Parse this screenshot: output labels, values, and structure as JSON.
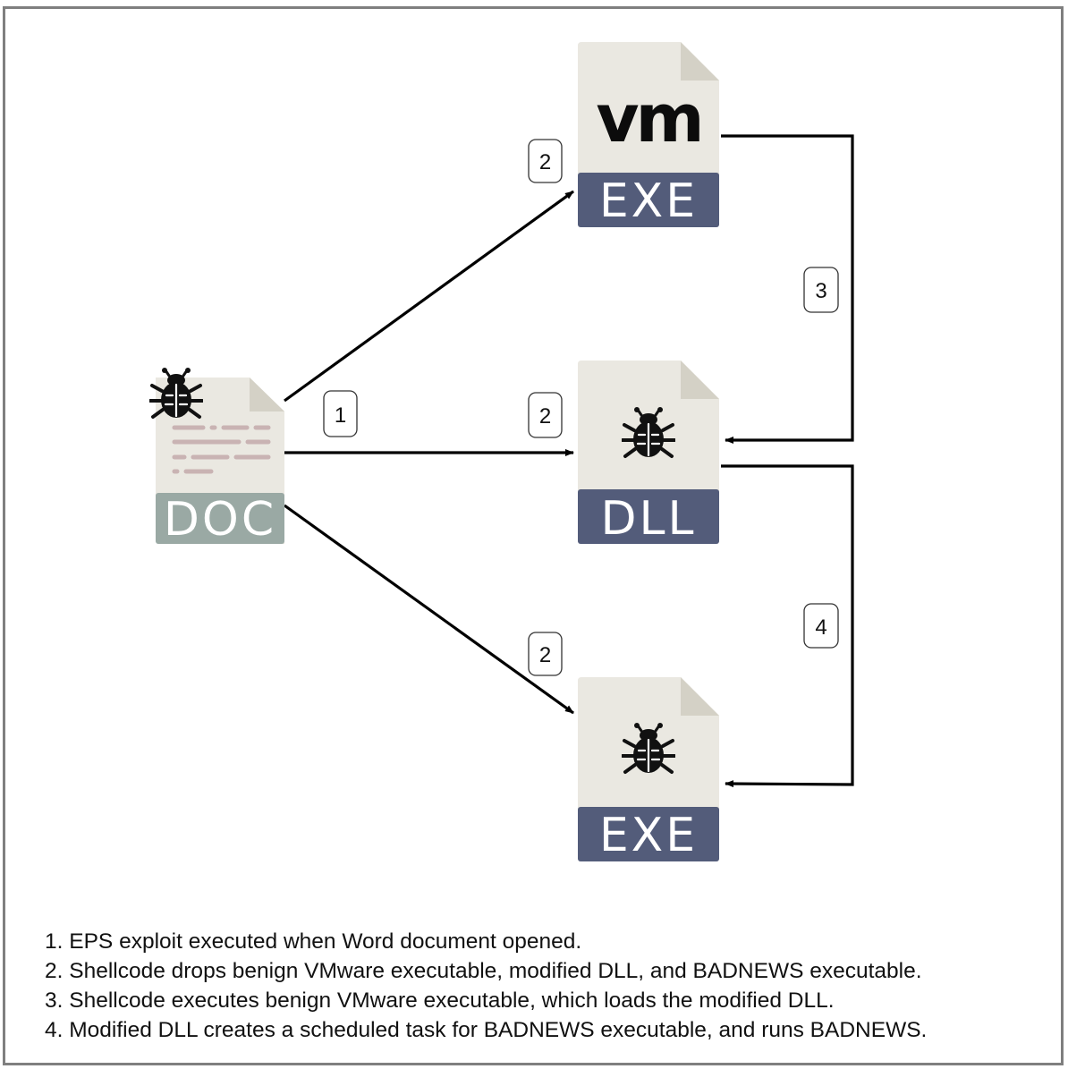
{
  "nodes": {
    "doc": {
      "type_label": "DOC"
    },
    "vm_exe": {
      "logo_text": "vm",
      "type_label": "EXE"
    },
    "dll": {
      "type_label": "DLL"
    },
    "badnews_exe": {
      "type_label": "EXE"
    }
  },
  "edges": {
    "doc_to_vm_exe": {
      "label": "2"
    },
    "doc_step_1": {
      "label": "1"
    },
    "doc_to_dll": {
      "label": "2"
    },
    "doc_to_badnews_exe": {
      "label": "2"
    },
    "vm_exe_to_dll": {
      "label": "3"
    },
    "dll_to_badnews_exe": {
      "label": "4"
    }
  },
  "legend": [
    "1. EPS exploit executed when Word document opened.",
    "2. Shellcode drops benign VMware executable, modified DLL, and BADNEWS executable.",
    "3. Shellcode executes benign VMware executable, which loads the modified DLL.",
    "4. Modified DLL creates a scheduled task for BADNEWS executable, and runs BADNEWS."
  ],
  "colors": {
    "file_body": "#eae8e1",
    "file_fold": "#d4d1c6",
    "exe_dll_band": "#535c7a",
    "doc_band": "#9aa9a4",
    "doc_text_lines": "#c9b3b3",
    "arrow": "#000000"
  },
  "icons": {
    "bug": "bug-icon",
    "vm_logo": "vmware-logo"
  }
}
